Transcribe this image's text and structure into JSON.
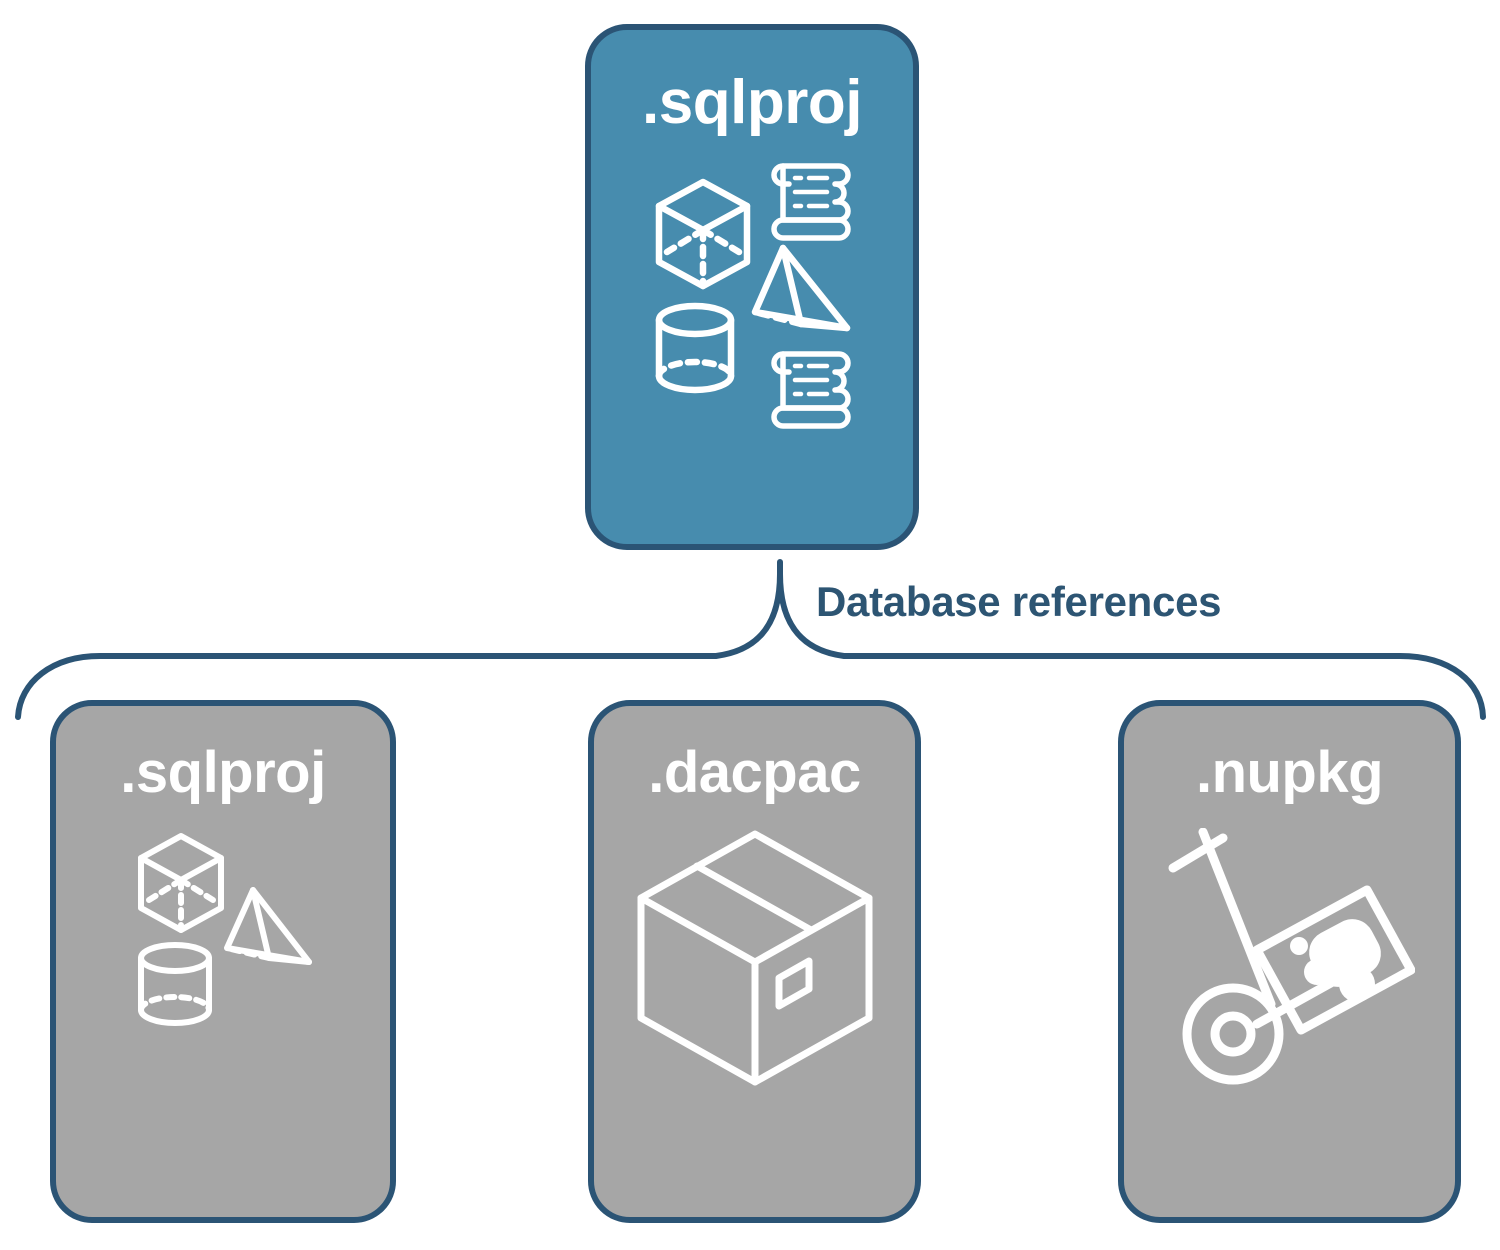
{
  "diagram": {
    "title": "Database references",
    "colors": {
      "primary_fill": "#478cae",
      "secondary_fill": "#a6a6a6",
      "border": "#2b5475",
      "label_text": "#2d5573",
      "icon_stroke": "#ffffff",
      "background": "#ffffff"
    }
  },
  "root_card": {
    "label": ".sqlproj",
    "fill": "#478cae",
    "icons": [
      "cube-icon",
      "pyramid-icon",
      "cylinder-icon",
      "scroll-icon",
      "scroll-icon"
    ]
  },
  "connector": {
    "label": "Database references",
    "type": "curly-brace",
    "branch_count": 3
  },
  "reference_cards": [
    {
      "label": ".sqlproj",
      "fill": "#a6a6a6",
      "icons": [
        "cube-icon",
        "pyramid-icon",
        "cylinder-icon"
      ]
    },
    {
      "label": ".dacpac",
      "fill": "#a6a6a6",
      "icons": [
        "package-box-icon"
      ]
    },
    {
      "label": ".nupkg",
      "fill": "#a6a6a6",
      "icons": [
        "hand-truck-icon",
        "nuget-package-icon"
      ]
    }
  ]
}
